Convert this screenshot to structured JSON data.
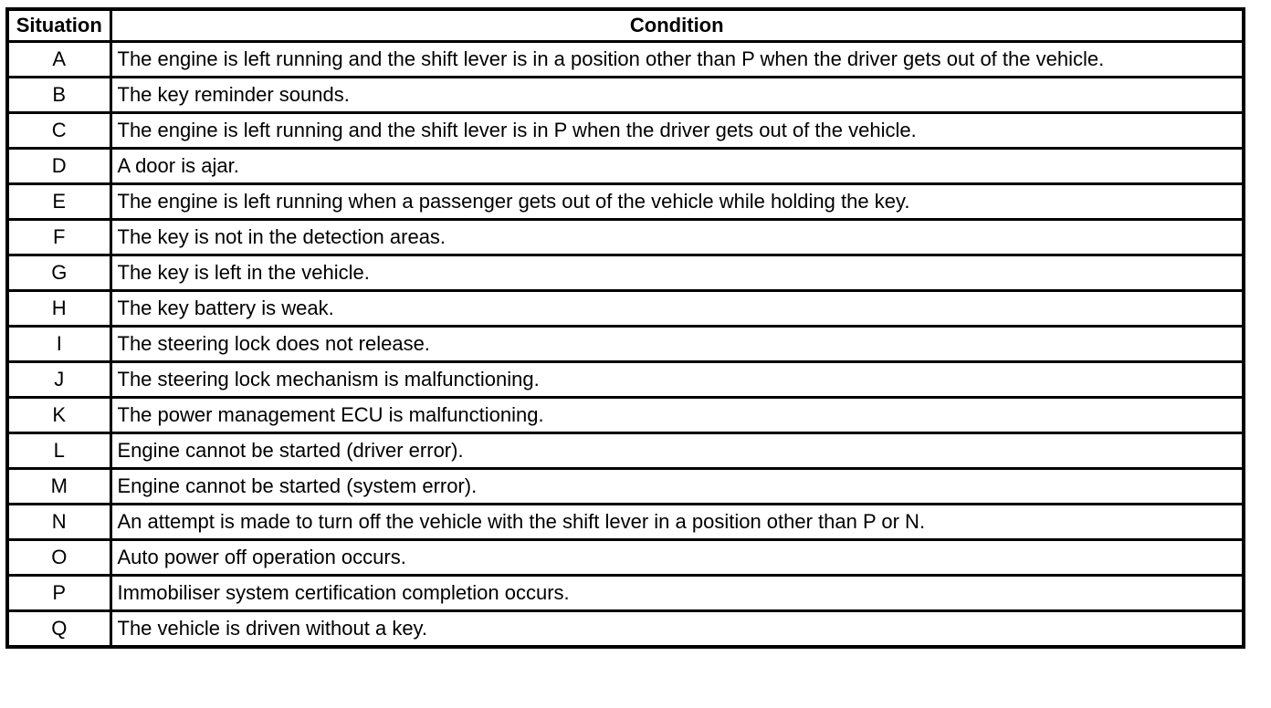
{
  "table": {
    "columns": {
      "situation": "Situation",
      "condition": "Condition"
    },
    "rows": [
      {
        "situation": "A",
        "condition": "The engine is left running and the shift lever is in a position other than P when the driver gets out of the vehicle."
      },
      {
        "situation": "B",
        "condition": "The key reminder sounds."
      },
      {
        "situation": "C",
        "condition": "The engine is left running and the shift lever is in P when the driver gets out of the vehicle."
      },
      {
        "situation": "D",
        "condition": "A door is ajar."
      },
      {
        "situation": "E",
        "condition": "The engine is left running when a passenger gets out of the vehicle while holding the key."
      },
      {
        "situation": "F",
        "condition": "The key is not in the detection areas."
      },
      {
        "situation": "G",
        "condition": "The key is left in the vehicle."
      },
      {
        "situation": "H",
        "condition": "The key battery is weak."
      },
      {
        "situation": "I",
        "condition": "The steering lock does not release."
      },
      {
        "situation": "J",
        "condition": "The steering lock mechanism is malfunctioning."
      },
      {
        "situation": "K",
        "condition": "The power management ECU is malfunctioning."
      },
      {
        "situation": "L",
        "condition": "Engine cannot be started (driver error)."
      },
      {
        "situation": "M",
        "condition": "Engine cannot be started (system error)."
      },
      {
        "situation": "N",
        "condition": "An attempt is made to turn off the vehicle with the shift lever in a position other than P or N."
      },
      {
        "situation": "O",
        "condition": "Auto power off operation occurs."
      },
      {
        "situation": "P",
        "condition": "Immobiliser system certification completion occurs."
      },
      {
        "situation": "Q",
        "condition": "The vehicle is driven without a key."
      }
    ]
  }
}
